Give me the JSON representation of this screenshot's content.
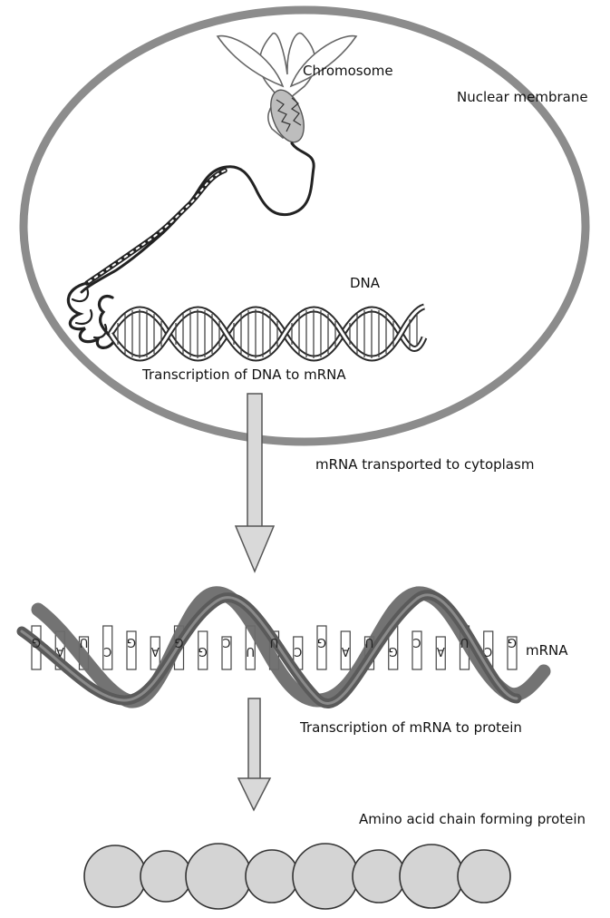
{
  "labels": {
    "chromosome": "Chromosome",
    "nuclear_membrane": "Nuclear membrane",
    "dna": "DNA",
    "transcription_dna": "Transcription of DNA to mRNA",
    "mrna_transported": "mRNA transported to cytoplasm",
    "mrna": "mRNA",
    "transcription_mrna": "Transcription of mRNA to protein",
    "amino_acid_chain": "Amino acid chain forming protein"
  },
  "mrna_bases": [
    "G",
    "A",
    "U",
    "C",
    "G",
    "A",
    "G",
    "G",
    "C",
    "U",
    "U",
    "C",
    "G",
    "A",
    "U",
    "G",
    "C",
    "A",
    "U",
    "C",
    "G"
  ],
  "amino_acid_count": 8,
  "colors": {
    "membrane": "#8c8c8c",
    "ribbon": "#6b6b6b",
    "arrow_fill": "#d9d9d9",
    "amino_acid": "#d4d4d4",
    "dna_line": "#222222"
  }
}
